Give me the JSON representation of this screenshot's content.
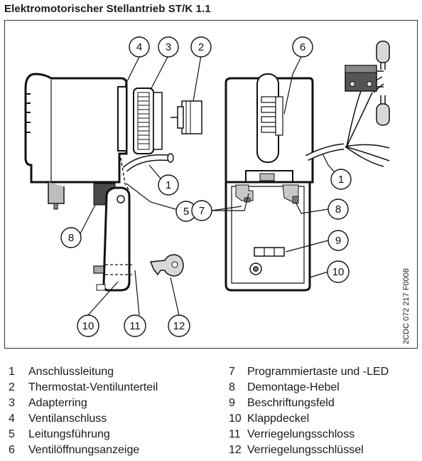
{
  "title": "Elektromotorischer Stellantrieb ST/K 1.1",
  "figure_code": "2CDC 072 217 F0008",
  "callouts": [
    "1",
    "2",
    "3",
    "4",
    "5",
    "6",
    "7",
    "8",
    "9",
    "10",
    "11",
    "12"
  ],
  "legend": [
    {
      "num": "1",
      "label": "Anschlussleitung"
    },
    {
      "num": "2",
      "label": "Thermostat-Ventilunterteil"
    },
    {
      "num": "3",
      "label": "Adapterring"
    },
    {
      "num": "4",
      "label": "Ventilanschluss"
    },
    {
      "num": "5",
      "label": "Leitungsführung"
    },
    {
      "num": "6",
      "label": "Ventilöffnungsanzeige"
    },
    {
      "num": "7",
      "label": "Programmiertaste und -LED"
    },
    {
      "num": "8",
      "label": "Demontage-Hebel"
    },
    {
      "num": "9",
      "label": "Beschriftungsfeld"
    },
    {
      "num": "10",
      "label": "Klappdeckel"
    },
    {
      "num": "11",
      "label": "Verriegelungsschloss"
    },
    {
      "num": "12",
      "label": "Verriegelungsschlüssel"
    }
  ]
}
